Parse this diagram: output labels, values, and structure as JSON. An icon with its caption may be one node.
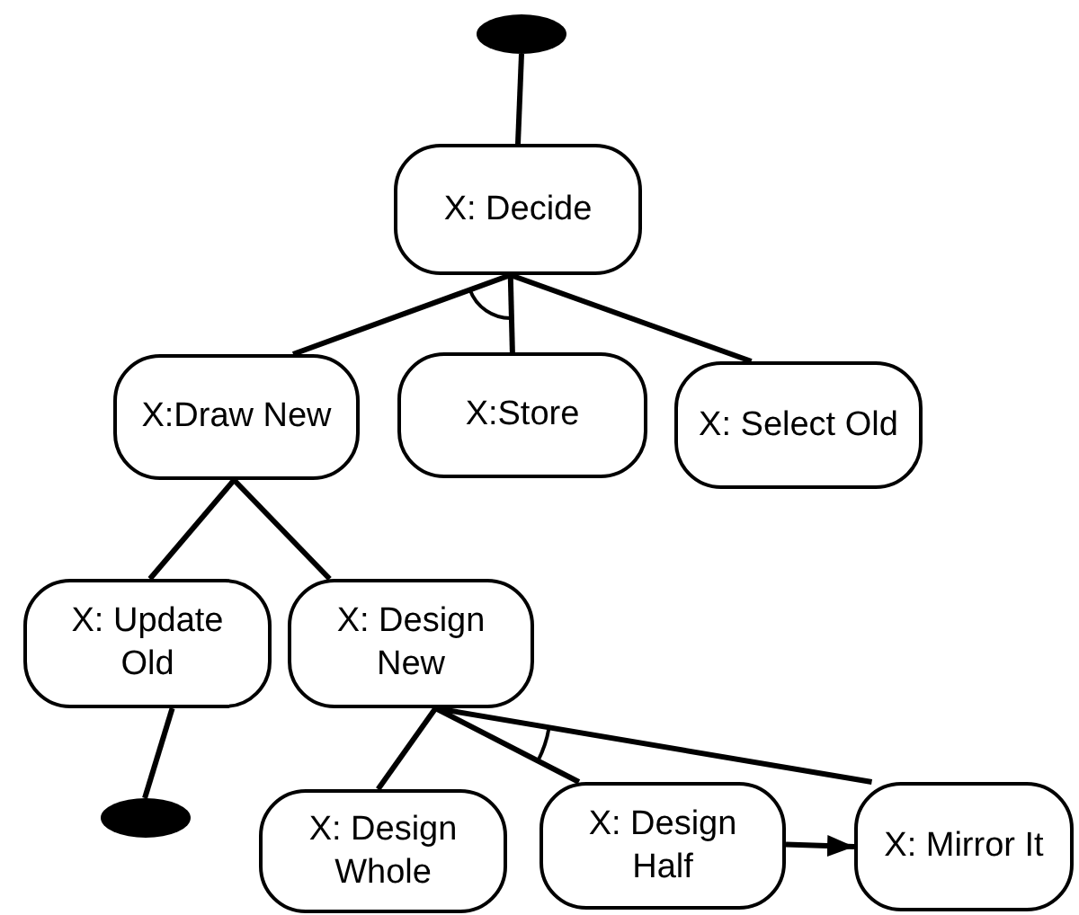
{
  "diagram": {
    "nodes": [
      {
        "text": [],
        "shape": "ellipse"
      },
      {
        "text": [
          "X: Decide"
        ]
      },
      {
        "text": [
          "X:Draw New"
        ]
      },
      {
        "text": [
          "X:Store"
        ]
      },
      {
        "text": [
          "X: Select Old"
        ]
      },
      {
        "text": [
          "X: Update Old"
        ]
      },
      {
        "text": [
          "X: Design New"
        ]
      },
      {
        "text": [],
        "shape": "ellipse"
      },
      {
        "text": [
          "X: Design Whole"
        ]
      },
      {
        "text": [
          "X: Design Half"
        ]
      },
      {
        "text": [
          "X: Mirror It"
        ]
      }
    ],
    "edges": [
      {
        "from": 0,
        "to": 1,
        "arrow": "none"
      },
      {
        "from": 1,
        "to": 2,
        "arrow": "none"
      },
      {
        "from": 1,
        "to": 3,
        "arrow": "none"
      },
      {
        "from": 1,
        "to": 4,
        "arrow": "none"
      },
      {
        "from": 2,
        "to": 5,
        "arrow": "none"
      },
      {
        "from": 2,
        "to": 6,
        "arrow": "none"
      },
      {
        "from": 5,
        "to": 7,
        "arrow": "none"
      },
      {
        "from": 6,
        "to": 8,
        "arrow": "none"
      },
      {
        "from": 6,
        "to": 9,
        "arrow": "none"
      },
      {
        "from": 6,
        "to": 10,
        "arrow": "none"
      },
      {
        "from": 9,
        "to": 10,
        "arrow": "to"
      }
    ]
  }
}
